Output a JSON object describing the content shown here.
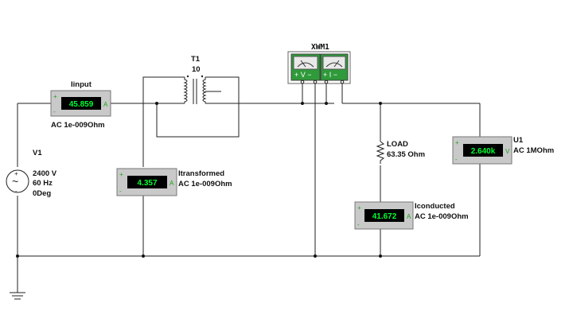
{
  "colors": {
    "wire": "#222222",
    "meter_body": "#c9c9c9",
    "meter_display_bg": "#000000",
    "meter_display_text": "#00ff33",
    "meter_terminal": "#1aa61a",
    "junction": "#111111"
  },
  "source": {
    "name": "V1",
    "voltage": "2400 V",
    "frequency": "60 Hz",
    "phase": "0Deg"
  },
  "transformer": {
    "name": "T1",
    "ratio": "10"
  },
  "multimeter": {
    "name": "XWM1",
    "voltage_label": "+ V −",
    "current_label": "+ I −"
  },
  "load": {
    "name": "LOAD",
    "value": "63.35 Ohm"
  },
  "meters": {
    "iinput": {
      "name": "Iinput",
      "reading": "45.859",
      "mode": "AC  1e-009Ohm",
      "unit": "A"
    },
    "itransformed": {
      "name": "Itransformed",
      "reading": "4.357",
      "mode": "AC  1e-009Ohm",
      "unit": "A"
    },
    "iconducted": {
      "name": "Iconducted",
      "reading": "41.672",
      "mode": "AC  1e-009Ohm",
      "unit": "A"
    },
    "u1": {
      "name": "U1",
      "reading": "2.640k",
      "mode": "AC  1MOhm",
      "unit": "V"
    }
  },
  "terminal_signs": {
    "plus": "+",
    "minus": "-"
  },
  "ac_symbol": "~"
}
